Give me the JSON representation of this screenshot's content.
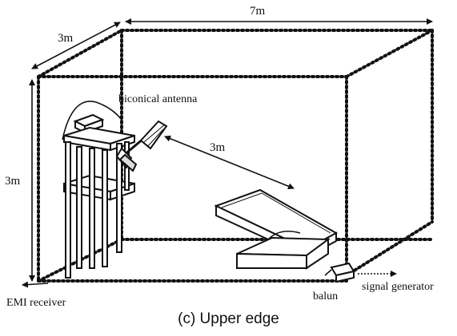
{
  "labels": {
    "dim_width": "7m",
    "dim_depth": "3m",
    "dim_height": "3m",
    "dim_separation": "3m",
    "biconical_antenna": "biconical antenna",
    "emi_receiver": "EMI receiver",
    "balun": "balun",
    "signal_generator": "signal generator"
  },
  "caption": "(c) Upper edge",
  "colors": {
    "ink": "#111111",
    "background": "#ffffff"
  }
}
